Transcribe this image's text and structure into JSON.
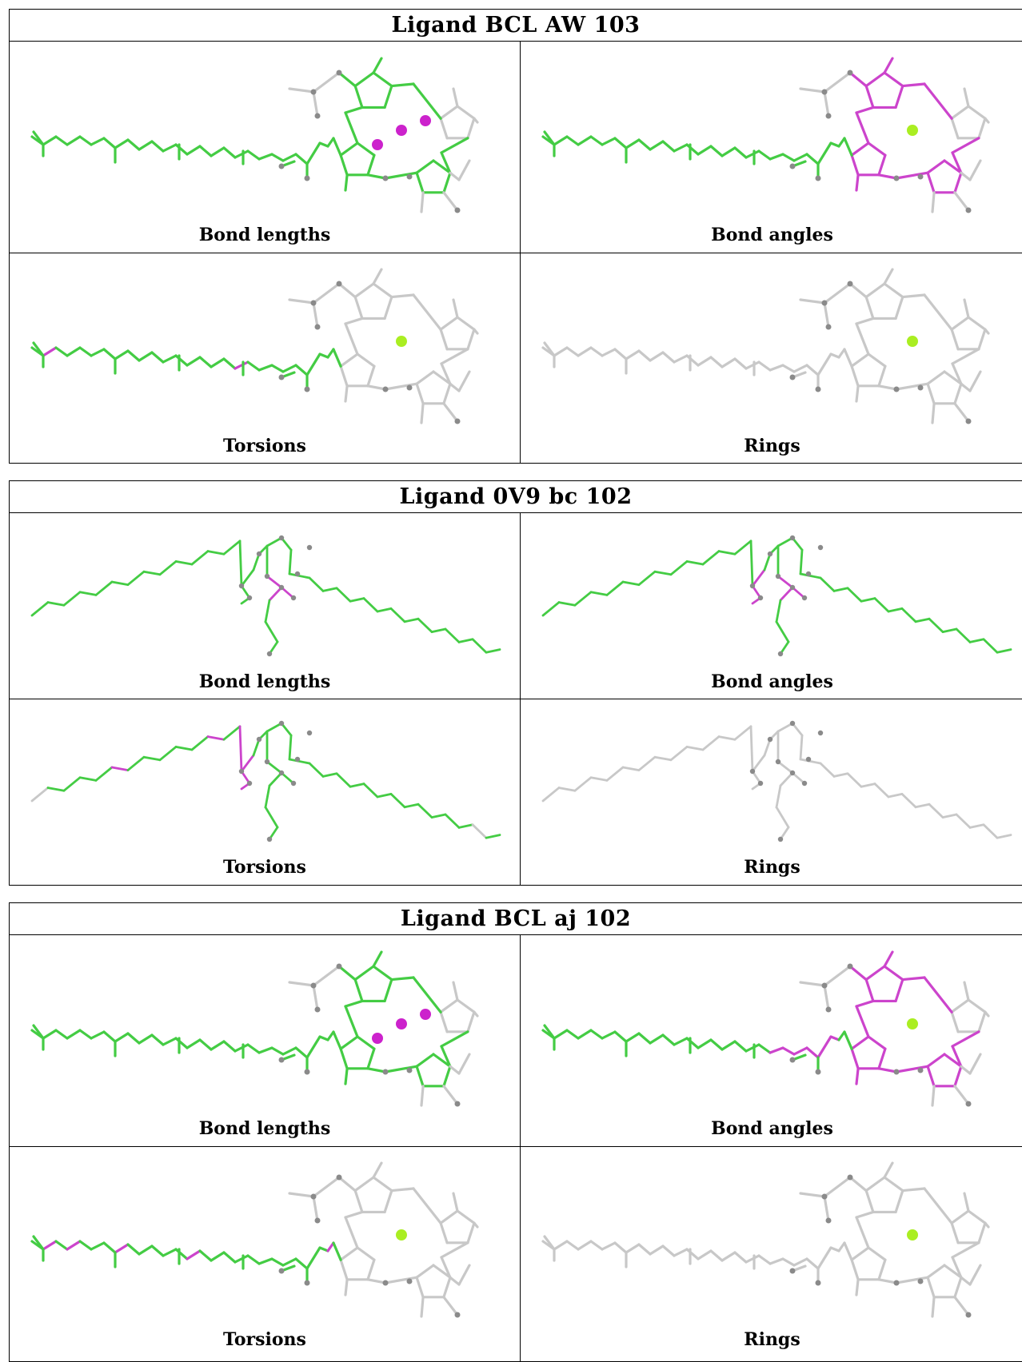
{
  "colors": {
    "ok": "#44cc44",
    "outlier": "#cc44cc",
    "neutral": "#c8c8c8",
    "atom_grey": "#8a8a8a",
    "metal_magenta": "#cc22cc",
    "metal_green": "#aaee22"
  },
  "captions": {
    "bond_lengths": "Bond lengths",
    "bond_angles": "Bond angles",
    "torsions": "Torsions",
    "rings": "Rings"
  },
  "ligands": [
    {
      "title": "Ligand BCL AW 103",
      "molecule": "bcl",
      "views": [
        {
          "caption_key": "bond_lengths",
          "base": "ok",
          "metal": "metal_magenta",
          "outliers": [
            "mg_bonds",
            "ring_d_edge"
          ]
        },
        {
          "caption_key": "bond_angles",
          "base": "ok",
          "metal": "metal_green",
          "outliers": [
            "ring_a",
            "ring_c",
            "ring_d",
            "ring_links"
          ]
        },
        {
          "caption_key": "torsions",
          "base": "ok",
          "metal": "metal_green",
          "partial": "torsion_a",
          "outliers": [
            "torsion_aw"
          ]
        },
        {
          "caption_key": "rings",
          "base": "neutral",
          "metal": "metal_green",
          "outliers": []
        }
      ]
    },
    {
      "title": "Ligand 0V9 bc 102",
      "molecule": "ov9",
      "views": [
        {
          "caption_key": "bond_lengths",
          "base": "ok",
          "outliers": [
            "phosphate_bonds"
          ]
        },
        {
          "caption_key": "bond_angles",
          "base": "ok",
          "outliers": [
            "ester_joint",
            "phosphate_angle"
          ]
        },
        {
          "caption_key": "torsions",
          "base": "ok",
          "ends_neutral": true,
          "outliers": [
            "chain_torsions"
          ]
        },
        {
          "caption_key": "rings",
          "base": "neutral",
          "outliers": []
        }
      ]
    },
    {
      "title": "Ligand BCL aj 102",
      "molecule": "bcl",
      "views": [
        {
          "caption_key": "bond_lengths",
          "base": "ok",
          "metal": "metal_magenta",
          "outliers": [
            "mg_bonds",
            "ring_d_edge"
          ]
        },
        {
          "caption_key": "bond_angles",
          "base": "ok",
          "metal": "metal_green",
          "outliers": [
            "ring_a",
            "ring_c",
            "ring_d",
            "ring_links",
            "phytyl_mid"
          ]
        },
        {
          "caption_key": "torsions",
          "base": "ok",
          "metal": "metal_green",
          "partial": "torsion_a",
          "outliers": [
            "torsion_aj"
          ]
        },
        {
          "caption_key": "rings",
          "base": "neutral",
          "metal": "metal_green",
          "outliers": []
        }
      ]
    }
  ]
}
